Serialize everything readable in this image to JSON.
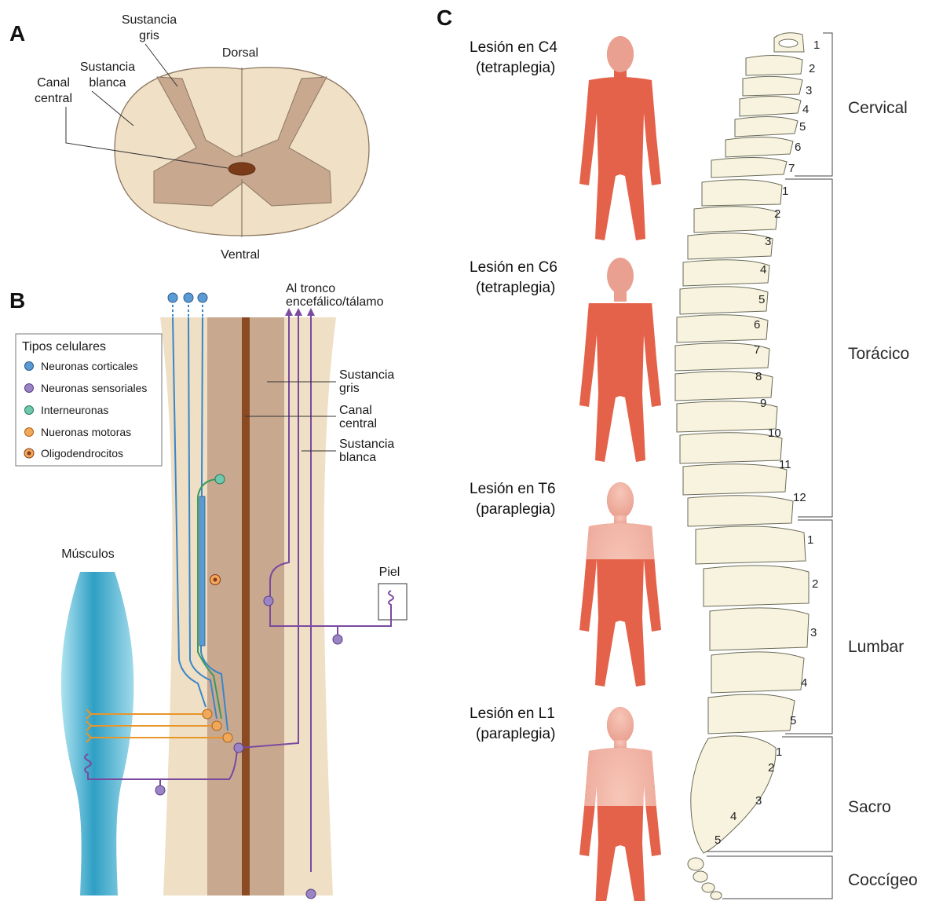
{
  "panel_a": {
    "letter": "A",
    "labels": {
      "gray_matter": [
        "Sustancia",
        "gris"
      ],
      "white_matter": [
        "Sustancia",
        "blanca"
      ],
      "central_canal": [
        "Canal",
        "central"
      ],
      "dorsal": "Dorsal",
      "ventral": "Ventral"
    }
  },
  "panel_b": {
    "letter": "B",
    "legend": {
      "title": "Tipos celulares",
      "items": [
        {
          "label": "Neuronas corticales",
          "color": "#5b9bd5"
        },
        {
          "label": "Neuronas sensoriales",
          "color": "#9a84c4"
        },
        {
          "label": "Interneuronas",
          "color": "#6fc7ad"
        },
        {
          "label": "Nueronas motoras",
          "color": "#f2a85b"
        },
        {
          "label": "Oligodendrocitos",
          "color": "#f2a85b"
        }
      ]
    },
    "labels": {
      "to_brainstem": [
        "Al tronco",
        "encefálico/tálamo"
      ],
      "gray_matter": [
        "Sustancia",
        "gris"
      ],
      "central_canal": [
        "Canal",
        "central"
      ],
      "white_matter": [
        "Sustancia",
        "blanca"
      ],
      "muscles": "Músculos",
      "skin": "Piel"
    }
  },
  "panel_c": {
    "letter": "C",
    "lesions": [
      {
        "line1": "Lesión en C4",
        "line2": "(tetraplegia)"
      },
      {
        "line1": "Lesión en C6",
        "line2": "(tetraplegia)"
      },
      {
        "line1": "Lesión en T6",
        "line2": "(paraplegia)"
      },
      {
        "line1": "Lesión en L1",
        "line2": "(paraplegia)"
      }
    ],
    "regions": [
      "Cervical",
      "Torácico",
      "Lumbar",
      "Sacro",
      "Coccígeo"
    ],
    "cervical_numbers": [
      "1",
      "2",
      "3",
      "4",
      "5",
      "6",
      "7"
    ],
    "thoracic_numbers": [
      "1",
      "2",
      "3",
      "4",
      "5",
      "6",
      "7",
      "8",
      "9",
      "10",
      "11",
      "12"
    ],
    "lumbar_numbers": [
      "1",
      "2",
      "3",
      "4",
      "5"
    ],
    "sacral_numbers": [
      "1",
      "2",
      "3",
      "4",
      "5"
    ]
  },
  "colors": {
    "gray_matter": "#c9a890",
    "white_matter": "#efe0c6",
    "canal": "#8a4a22",
    "paralysis": "#e4624a",
    "bone": "#f7f3de",
    "disc": "#c9d6e0",
    "muscle": "#3aa8cc",
    "sensory": "#7a4aa0",
    "cortical": "#3a86c8",
    "inter": "#3a9a5a",
    "motor": "#e8952a"
  }
}
